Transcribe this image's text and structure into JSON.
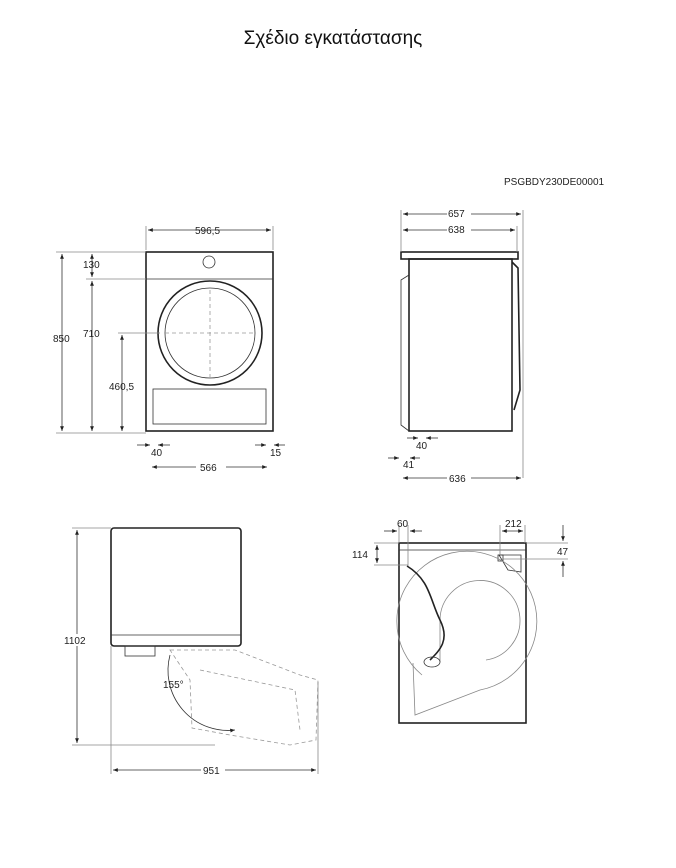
{
  "title": "Σχέδιο εγκατάστασης",
  "drawing_code": "PSGBDY230DE00001",
  "front_view": {
    "width": "596,5",
    "height_total": "850",
    "top_panel": "130",
    "body": "710",
    "door_center": "460,5",
    "foot_left": "40",
    "foot_right": "15",
    "feet_span": "566"
  },
  "side_view": {
    "depth_total": "657",
    "depth_top": "638",
    "foot_offset": "40",
    "foot_edge": "41",
    "depth_base": "636"
  },
  "door_view": {
    "height": "1102",
    "angle": "155°",
    "depth_open": "951"
  },
  "rear_view": {
    "left_offset": "60",
    "right_offset": "212",
    "left_height": "114",
    "right_height": "47"
  }
}
